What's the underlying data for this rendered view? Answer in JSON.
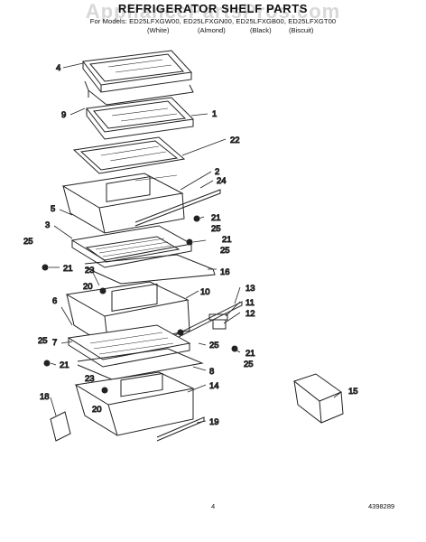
{
  "watermark": "AppliancePartsPros.com",
  "title": "REFRIGERATOR SHELF PARTS",
  "models_line": "For Models: ED25LFXGW00, ED25LFXGN00, ED25LFXGB00, ED25LFXGT00",
  "colors": [
    "(White)",
    "(Almond)",
    "(Black)",
    "(Biscuit)"
  ],
  "callouts": {
    "c4": "4",
    "c9": "9",
    "c1": "1",
    "c22": "22",
    "c2": "2",
    "c24": "24",
    "c5": "5",
    "c3": "3",
    "c21a": "21",
    "c25a": "25",
    "c21b": "21",
    "c25b": "25",
    "c25c": "25",
    "c21c": "21",
    "c16": "16",
    "c23a": "23",
    "c20a": "20",
    "c10": "10",
    "c13": "13",
    "c11": "11",
    "c12": "12",
    "c6": "6",
    "c7": "7",
    "c25d": "25",
    "c21d": "21",
    "c25e": "25",
    "c21e": "21",
    "c25f": "25",
    "c8": "8",
    "c23b": "23",
    "c20b": "20",
    "c14": "14",
    "c15": "15",
    "c18": "18",
    "c19": "19"
  },
  "page_number": "4",
  "doc_number": "4398289"
}
